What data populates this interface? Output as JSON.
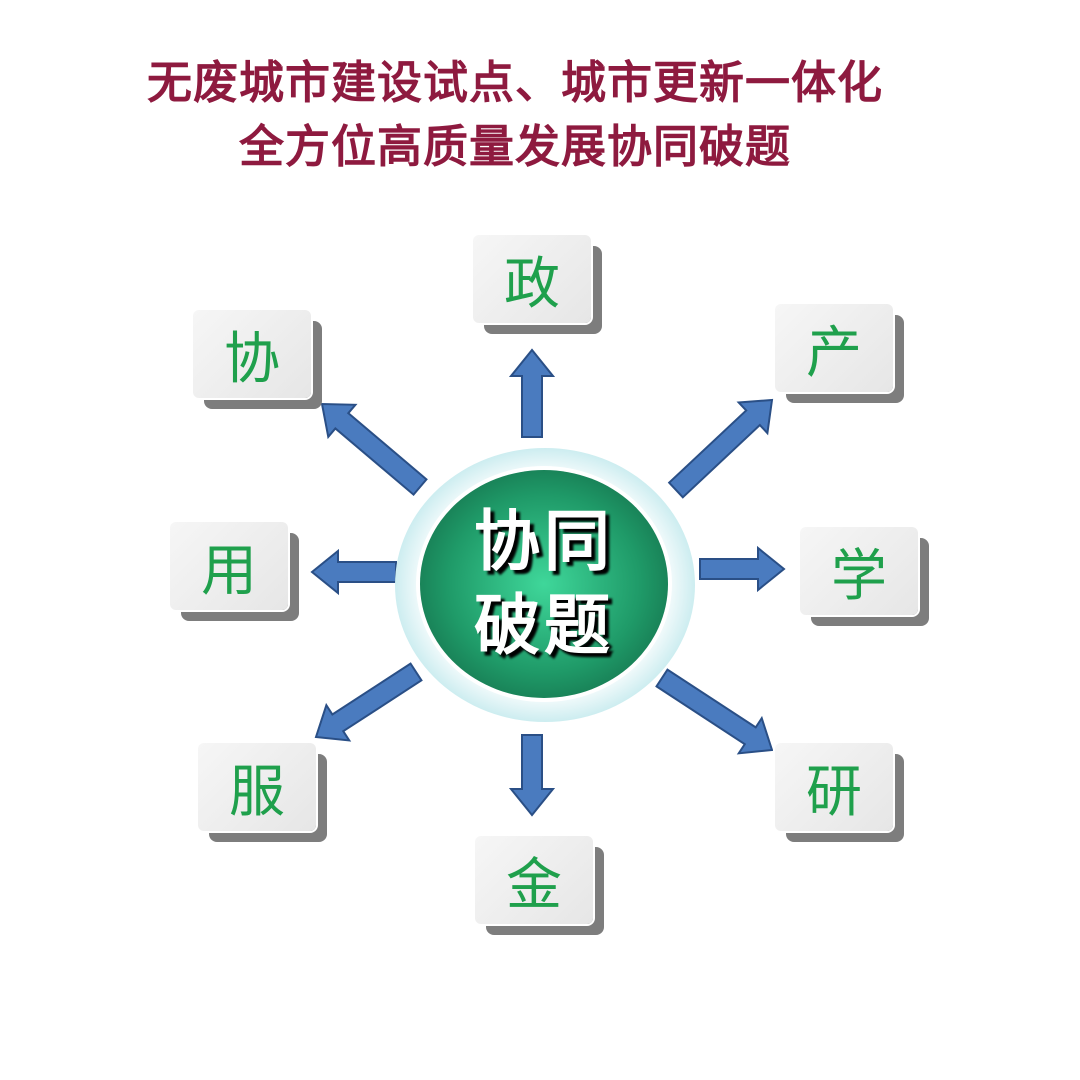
{
  "title": {
    "line1": "无废城市建设试点、城市更新一体化",
    "line2": "全方位高质量发展协同破题"
  },
  "center": {
    "line1": "协同",
    "line2": "破题"
  },
  "nodes": [
    {
      "id": "zheng",
      "label": "政"
    },
    {
      "id": "chan",
      "label": "产"
    },
    {
      "id": "xue",
      "label": "学"
    },
    {
      "id": "yan",
      "label": "研"
    },
    {
      "id": "jin",
      "label": "金"
    },
    {
      "id": "fu",
      "label": "服"
    },
    {
      "id": "yong",
      "label": "用"
    },
    {
      "id": "xie",
      "label": "协"
    }
  ],
  "colors": {
    "title": "#8e1a3f",
    "node_text": "#1fa04c",
    "arrow": "#4a7bbf"
  }
}
